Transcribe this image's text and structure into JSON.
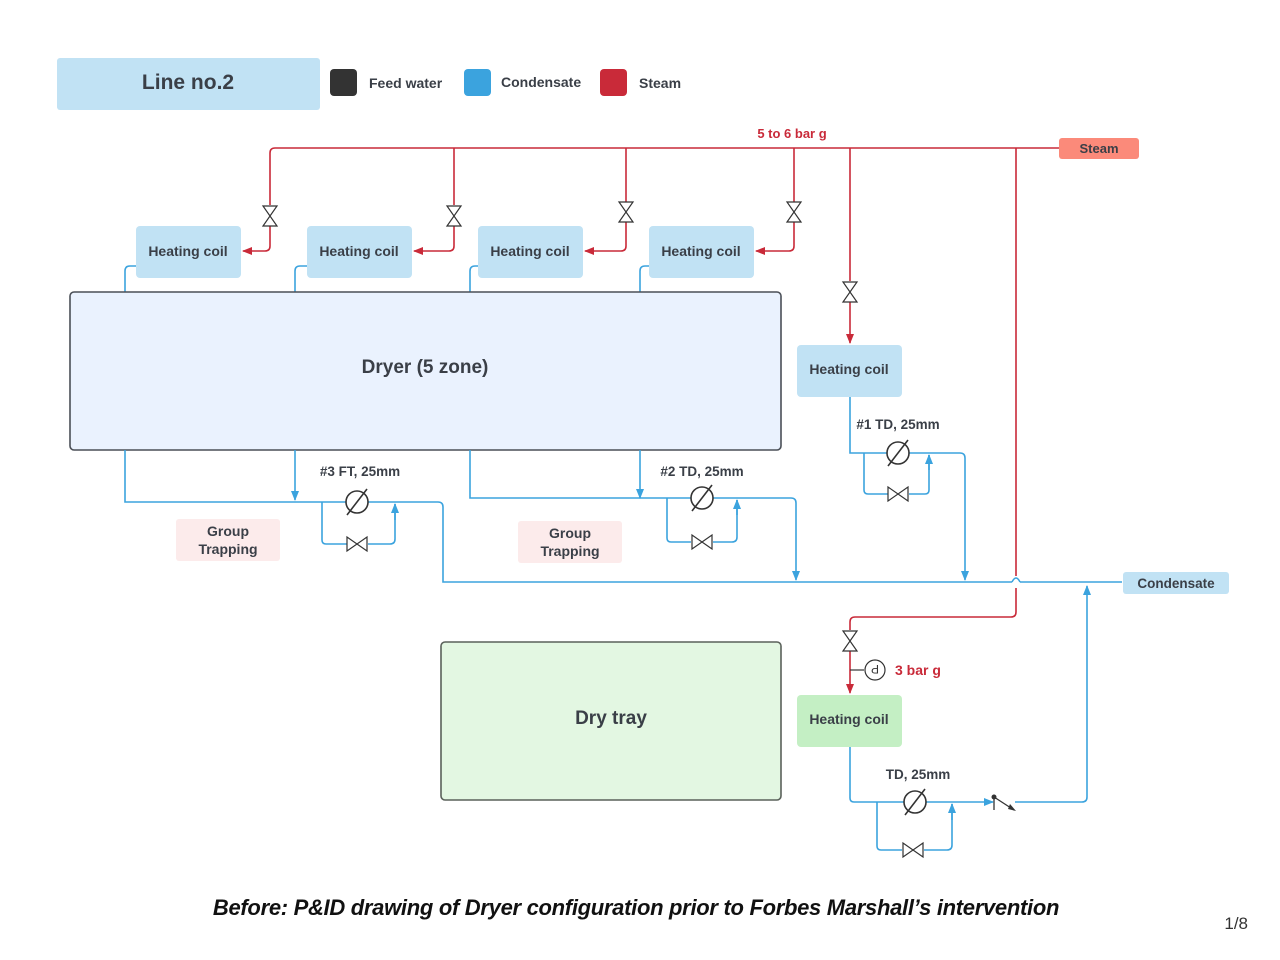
{
  "title": "Line no.2",
  "legend": [
    {
      "label": "Feed water",
      "color": "#333333"
    },
    {
      "label": "Condensate",
      "color": "#3ba3de"
    },
    {
      "label": "Steam",
      "color": "#c92a39"
    }
  ],
  "colors": {
    "steam": "#c92a39",
    "condensate": "#3ba3de",
    "coil_fill": "#c1e2f4",
    "dryer_fill": "#eaf2fe",
    "tray_fill": "#e3f7e2",
    "tray_coil_fill": "#c4efc4",
    "group_fill": "#fcebeb",
    "steam_tag_fill": "#fb8a7a"
  },
  "header_pressure": "5 to 6 bar g",
  "steam_tag": "Steam",
  "condensate_tag": "Condensate",
  "dryer": {
    "label": "Dryer (5 zone)"
  },
  "dry_tray": {
    "label": "Dry tray"
  },
  "heating_coils": [
    {
      "label": "Heating coil"
    },
    {
      "label": "Heating coil"
    },
    {
      "label": "Heating coil"
    },
    {
      "label": "Heating coil"
    },
    {
      "label": "Heating coil"
    },
    {
      "label": "Heating coil"
    }
  ],
  "traps": [
    {
      "label": "#1 TD, 25mm"
    },
    {
      "label": "#2 TD, 25mm"
    },
    {
      "label": "#3 FT, 25mm"
    },
    {
      "label": "TD, 25mm"
    }
  ],
  "group_trapping": [
    {
      "line1": "Group",
      "line2": "Trapping"
    },
    {
      "line1": "Group",
      "line2": "Trapping"
    }
  ],
  "pressure_gauge": {
    "symbol": "P",
    "reading": "3 bar g"
  },
  "caption": "Before: P&ID drawing of Dryer configuration prior to Forbes Marshall’s intervention",
  "page_indicator": "1/8"
}
